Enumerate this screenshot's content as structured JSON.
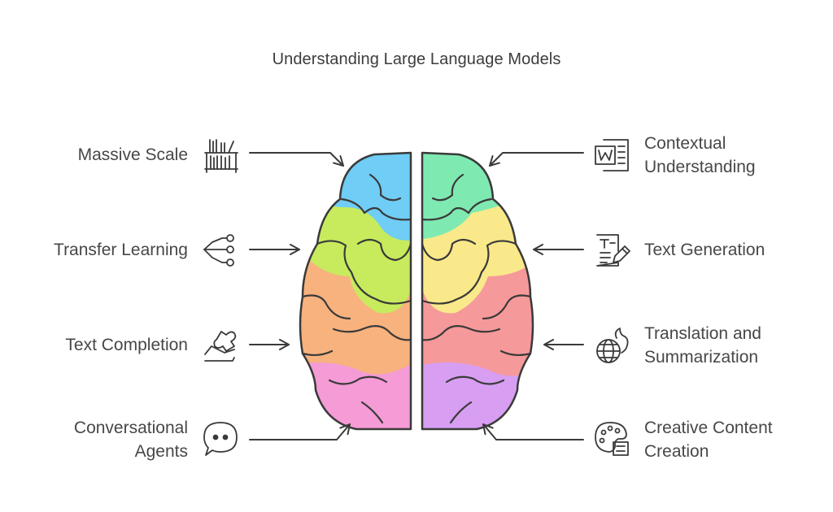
{
  "title": "Understanding Large Language Models",
  "colors": {
    "outline": "#3a3a3a",
    "text": "#474747",
    "lobe_blue": "#6fcdf6",
    "lobe_lime": "#c7eb5d",
    "lobe_orange": "#f8b27e",
    "lobe_pink": "#f59bd6",
    "lobe_mint": "#7fe9b2",
    "lobe_yellow": "#fae98a",
    "lobe_red": "#f6999a",
    "lobe_purple": "#d79ef2"
  },
  "left_items": [
    {
      "lines": [
        "Massive Scale"
      ],
      "icon": "bookshelf-icon"
    },
    {
      "lines": [
        "Transfer Learning"
      ],
      "icon": "share-network-icon"
    },
    {
      "lines": [
        "Text Completion"
      ],
      "icon": "puzzle-hand-icon"
    },
    {
      "lines": [
        "Conversational",
        "Agents"
      ],
      "icon": "chat-bubble-icon"
    }
  ],
  "right_items": [
    {
      "lines": [
        "Contextual",
        "Understanding"
      ],
      "icon": "word-document-icon"
    },
    {
      "lines": [
        "Text Generation"
      ],
      "icon": "text-document-pen-icon"
    },
    {
      "lines": [
        "Translation and",
        "Summarization"
      ],
      "icon": "globe-flame-icon"
    },
    {
      "lines": [
        "Creative Content",
        "Creation"
      ],
      "icon": "palette-list-icon"
    }
  ]
}
